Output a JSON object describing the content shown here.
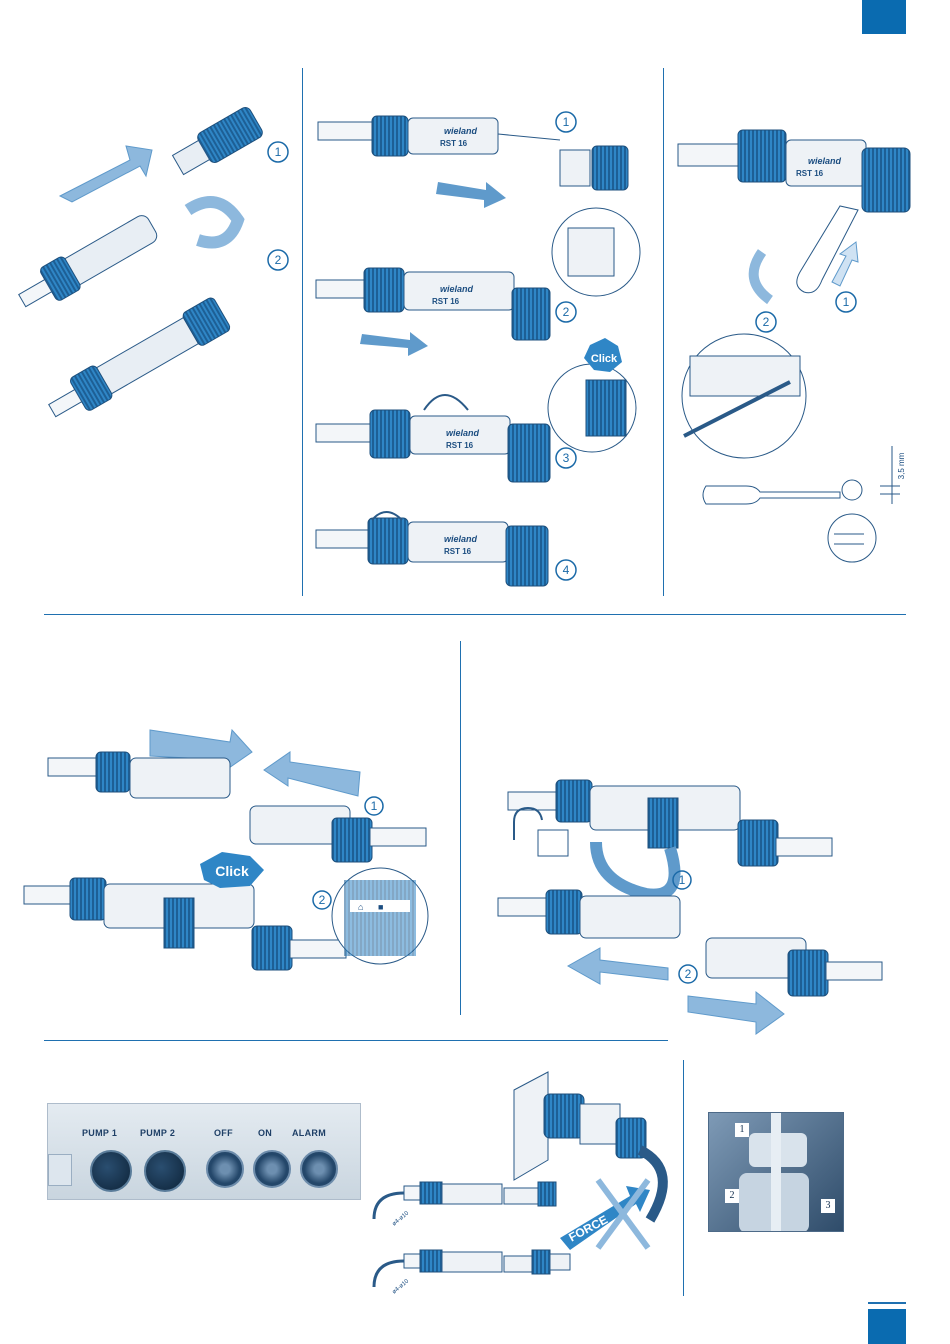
{
  "page": {
    "accent_color": "#0a6bb0"
  },
  "steps": {
    "one": "1",
    "two": "2",
    "three": "3",
    "four": "4"
  },
  "connector": {
    "brand": "wieland",
    "model": "RST 16"
  },
  "callouts": {
    "click": "Click",
    "force": "FORCE"
  },
  "dimension": {
    "screwdriver_tip": "3,5 mm",
    "cable_size": "ø4-ø10"
  },
  "control_panel": {
    "labels": [
      "PUMP 1",
      "PUMP 2",
      "OFF",
      "ON",
      "ALARM"
    ]
  },
  "photo_labels": [
    "1",
    "2",
    "3"
  ],
  "icons": [
    "arrow-icon",
    "rotate-icon",
    "lock-icon",
    "unlock-icon",
    "screwdriver-icon",
    "cross-icon"
  ]
}
